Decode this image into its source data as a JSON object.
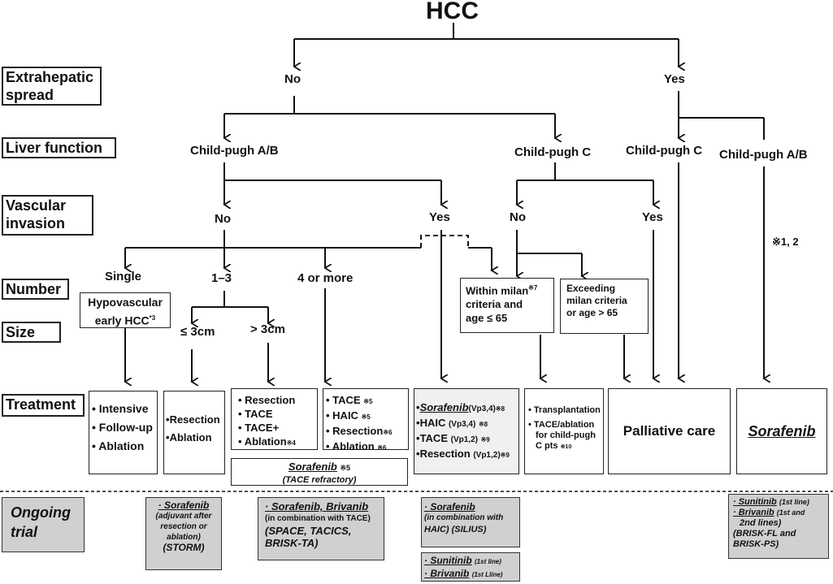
{
  "title": "HCC",
  "row_labels": {
    "extrahepatic": "Extrahepatic spread",
    "liver": "Liver  function",
    "vascular": "Vascular invasion",
    "number": "Number",
    "size": "Size",
    "treatment": "Treatment"
  },
  "nodes": {
    "no_ext": "No",
    "yes_ext": "Yes",
    "cp_ab": "Child-pugh A/B",
    "cp_c_mid": "Child-pugh C",
    "cp_c_right": "Child-pugh C",
    "cp_ab_right": "Child-pugh A/B",
    "vi_no": "No",
    "vi_yes": "Yes",
    "vi_no2": "No",
    "vi_yes2": "Yes",
    "single": "Single",
    "one_three": "1–3",
    "four_more": "4 or more",
    "note12": "※1, 2",
    "hypo_line1": "Hypovascular",
    "hypo_line2": "early HCC",
    "hypo_sup": "*3",
    "le3": "≤ 3cm",
    "gt3": "> 3cm",
    "within_l1": "Within milan",
    "within_sup": "※7",
    "within_l2": "criteria and",
    "within_l3": "age ≤ 65",
    "exceed_l1": "Exceeding",
    "exceed_l2": "milan criteria",
    "exceed_l3": "or age > 65"
  },
  "treatments": {
    "t1": [
      "Intensive",
      "Follow-up",
      "Ablation"
    ],
    "t2": [
      "Resection",
      "Ablation"
    ],
    "t3": [
      "Resection",
      "TACE",
      "TACE+",
      "Ablation"
    ],
    "t3_sup": "※4",
    "t4": [
      {
        "text": "TACE",
        "note": "※5"
      },
      {
        "text": "HAIC",
        "note": "※5"
      },
      {
        "text": "Resection",
        "note": "※6"
      },
      {
        "text": "Ablation",
        "note": "※6"
      }
    ],
    "t5": [
      {
        "text": "Sorafenib",
        "sub": "(Vp3,4)",
        "note": "※8"
      },
      {
        "text": "HAIC",
        "sub": "(Vp3,4)",
        "note": "※8"
      },
      {
        "text": "TACE",
        "sub": "(Vp1,2)",
        "note": "※9"
      },
      {
        "text": "Resection",
        "sub": "(Vp1,2)",
        "note": "※9"
      }
    ],
    "t6_l1": "Transplantation",
    "t6_l2": "TACE/ablation",
    "t6_l3": "for child-pugh",
    "t6_l4": "C pts",
    "t6_note": "※10",
    "palliative": "Palliative care",
    "sorafenib": "Sorafenib",
    "refractory_drug": "Sorafenib",
    "refractory_note": "※5",
    "refractory_sub": "(TACE refractory)"
  },
  "ongoing": {
    "label_l1": "Ongoing",
    "label_l2": "trial",
    "tr1": {
      "drug": "· Sorafenib",
      "l1": "(adjuvant after",
      "l2": "resection or",
      "l3": "ablation)",
      "l4": "(STORM)"
    },
    "tr2": {
      "drug": "· Sorafenib, Brivanib",
      "l1": "(in combination with TACE)",
      "l2": "(SPACE, TACICS,",
      "l3": "BRISK-TA)"
    },
    "tr3": {
      "drug": "· Sorafenib",
      "l1": "(in combination with",
      "l2": "HAIC) (SILIUS)"
    },
    "tr4": {
      "d1": "· Sunitinib",
      "n1": "(1st line)",
      "d2": "· Brivanib",
      "n2": "(1st Lline)"
    },
    "tr5": {
      "d1": "· Sunitinib",
      "n1": "(1st line)",
      "d2": "· Brivanib",
      "n2": "(1st and",
      "n3": "2nd lines)",
      "l4": "(BRISK-FL and",
      "l5": "BRISK-PS)"
    }
  }
}
